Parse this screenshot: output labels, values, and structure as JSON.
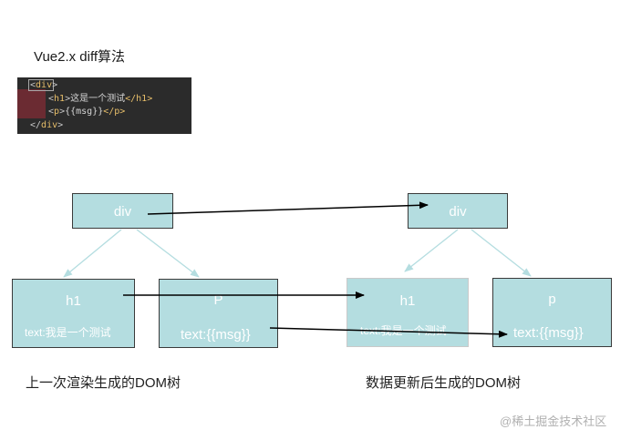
{
  "title": "Vue2.x diff算法",
  "code": {
    "lines": [
      {
        "open": "<",
        "tag": "div",
        "close": ">",
        "text": "",
        "end": ""
      },
      {
        "open": "<",
        "tag": "h1",
        "close": ">",
        "text": "这是一个测试",
        "end": "</h1>"
      },
      {
        "open": "<",
        "tag": "p",
        "close": ">",
        "text": "{{msg}}",
        "end": "</p>"
      },
      {
        "open": "</",
        "tag": "div",
        "close": ">",
        "text": "",
        "end": ""
      }
    ]
  },
  "old_tree": {
    "root": "div",
    "h1": {
      "label": "h1",
      "text": "text:我是一个测试"
    },
    "p": {
      "label": "P",
      "text": "text:{{msg}}"
    },
    "caption": "上一次渲染生成的DOM树"
  },
  "new_tree": {
    "root": "div",
    "h1": {
      "label": "h1",
      "text": "text:我是一个测试"
    },
    "p": {
      "label": "p",
      "text": "text:{{msg}}"
    },
    "caption": "数据更新后生成的DOM树"
  },
  "watermark": "@稀土掘金技术社区",
  "colors": {
    "node_fill": "#b4dde0",
    "tree_edge": "#b4dde0",
    "arrow": "#000000",
    "code_bg": "#2b2b2b",
    "code_tag": "#e8bf6a"
  }
}
